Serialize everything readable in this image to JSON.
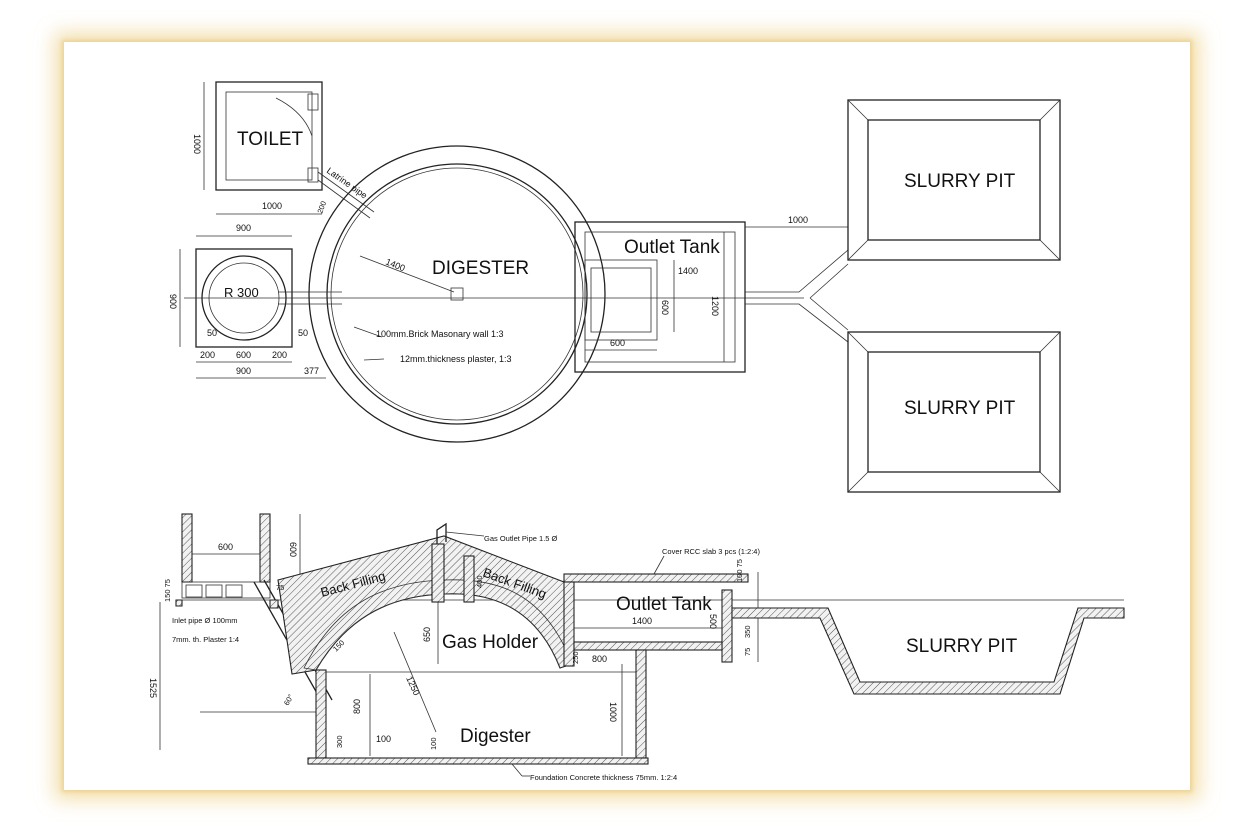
{
  "plan": {
    "toilet": "TOILET",
    "digester": "DIGESTER",
    "outlet_tank": "Outlet Tank",
    "slurry_pit_top": "SLURRY PIT",
    "slurry_pit_bottom": "SLURRY PIT",
    "inlet_radius": "R 300",
    "latrine_pipe": "Latrine pipe",
    "wall_note": "100mm.Brick Masonary wall 1:3",
    "plaster_note": "12mm.thickness plaster, 1:3",
    "dims": {
      "toilet_height": "1000",
      "toilet_width": "1000",
      "pipe_gap": "200",
      "inlet_width": "900",
      "inlet_height": "900",
      "radius": "1400",
      "outlet_inner": "1400",
      "outlet_depth": "600",
      "outlet_height": "1200",
      "outlet_bottom": "600",
      "pit_distance": "1000",
      "inlet_wall_left": "50",
      "inlet_wall_right": "50",
      "inlet_sub_a": "200",
      "inlet_sub_b": "600",
      "inlet_sub_c": "200",
      "inlet_total": "900",
      "offset": "377"
    }
  },
  "section": {
    "gas_holder": "Gas Holder",
    "digester": "Digester",
    "outlet_tank": "Outlet Tank",
    "slurry_pit": "SLURRY PIT",
    "back_filling_left": "Back Filling",
    "back_filling_right": "Back Filling",
    "gas_outlet_pipe": "Gas Outlet Pipe 1.5 Ø",
    "cover_slab": "Cover RCC slab 3 pcs (1:2:4)",
    "inlet_pipe": "Inlet pipe Ø 100mm",
    "plaster": "7mm. th. Plaster 1:4",
    "foundation": "Foundation Concrete thickness 75mm. 1:2:4",
    "dims": {
      "inlet_top_width": "600",
      "inlet_top_height": "600",
      "ground_level": "150 75",
      "total_depth": "1525",
      "angle": "60°",
      "dome_thickness": "75",
      "dome_inner": "150",
      "dome_height": "650",
      "radius_line": "1250",
      "gas_pipe_height": "400",
      "outlet_length": "1400",
      "outlet_depth": "500",
      "step_a": "250",
      "step_b": "800",
      "digester_height": "1000",
      "wall_height": "800",
      "side_a": "300",
      "side_b": "100",
      "bottom_a": "100",
      "right_dims": "100 75",
      "right_b": "350",
      "right_c": "75"
    }
  }
}
